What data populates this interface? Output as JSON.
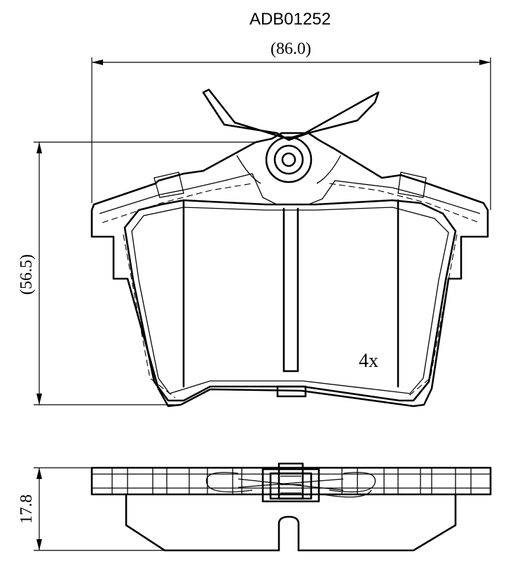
{
  "part_number": "ADB01252",
  "width_dimension": "(86.0)",
  "height_dimension": "(56.5)",
  "thickness_dimension": "17.8",
  "quantity_label": "4x"
}
